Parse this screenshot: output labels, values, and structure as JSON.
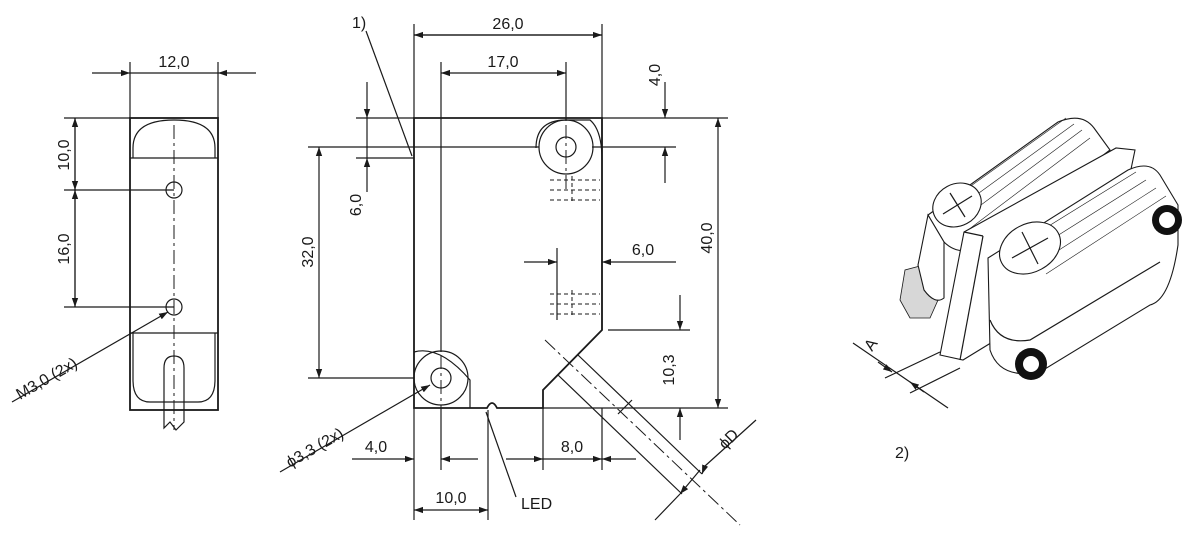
{
  "side_view": {
    "width": "12,0",
    "top_to_hole": "10,0",
    "hole_spacing": "16,0",
    "thread": "M3,0 (2x)"
  },
  "front_view": {
    "note_ref": "1)",
    "total_width": "26,0",
    "hole_offset_x": "17,0",
    "hole_offset_y": "4,0",
    "edge_offset": "6,0",
    "hole_spacing_v": "32,0",
    "total_height": "40,0",
    "window_width": "6,0",
    "cable_height": "10,3",
    "hole_diameter": "ϕ3,3 (2x)",
    "left_offset": "4,0",
    "cable_offset": "8,0",
    "led_offset": "10,0",
    "led_label": "LED",
    "cable_diameter": "ϕD"
  },
  "iso_view": {
    "dim_label": "A",
    "note_ref": "2)"
  }
}
